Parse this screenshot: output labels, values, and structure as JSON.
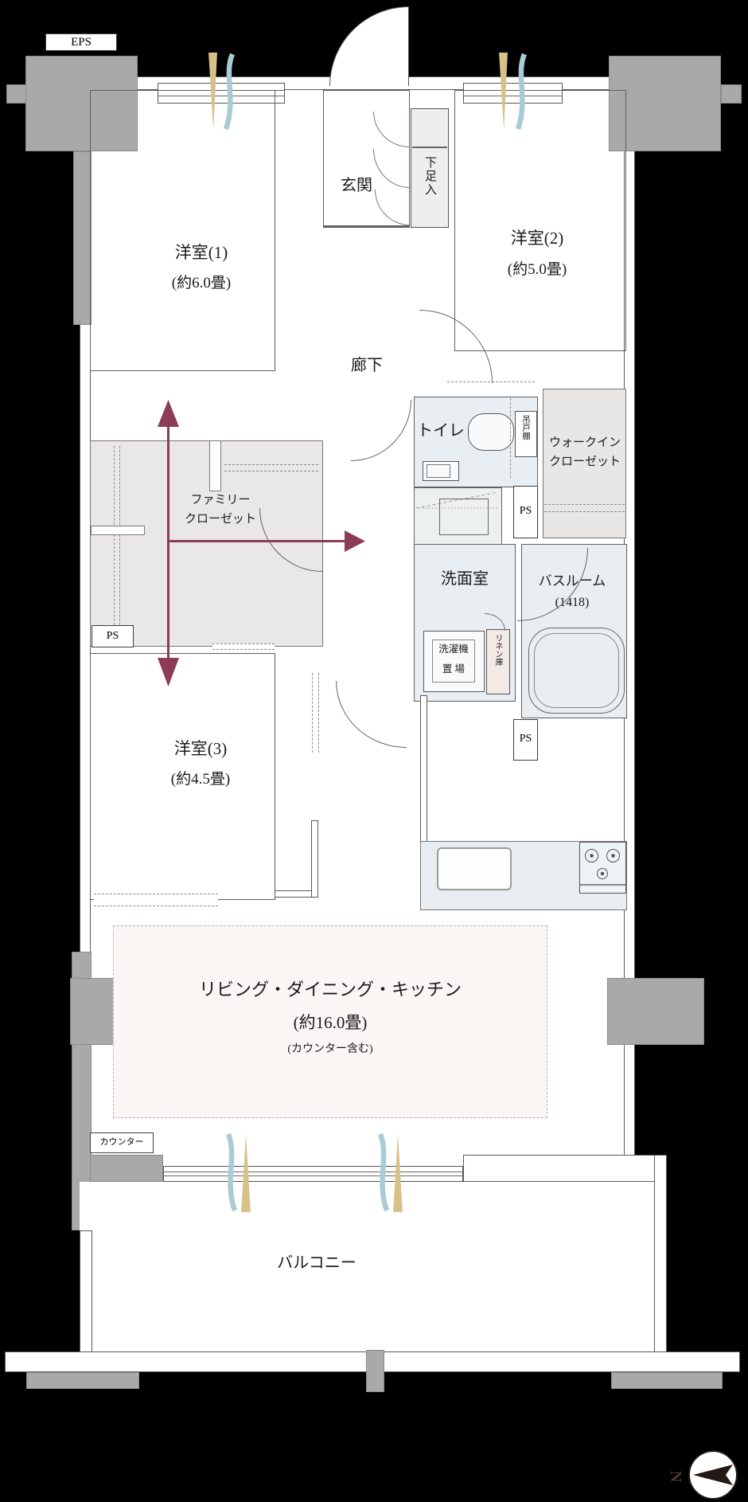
{
  "plan": {
    "eps_label": "EPS",
    "ps_label": "PS",
    "rooms": {
      "y1": {
        "name": "洋室(1)",
        "size": "(約6.0畳)"
      },
      "y2": {
        "name": "洋室(2)",
        "size": "(約5.0畳)"
      },
      "y3": {
        "name": "洋室(3)",
        "size": "(約4.5畳)"
      },
      "ldk": {
        "name": "リビング・ダイニング・キッチン",
        "size": "(約16.0畳)",
        "note": "(カウンター含む)"
      },
      "genkan": "玄関",
      "shoe_cabinet": "下足入",
      "corridor": "廊下",
      "toilet": "トイレ",
      "hanging_cabinet": "吊戸棚",
      "wic_line1": "ウォークイン",
      "wic_line2": "クローゼット",
      "family_closet_line1": "ファミリー",
      "family_closet_line2": "クローゼット",
      "washroom": "洗面室",
      "laundry_line1": "洗濯機",
      "laundry_line2": "置 場",
      "linen": "リネン庫",
      "bathroom": "バスルーム",
      "bathroom_size": "(1418)",
      "balcony": "バルコニー",
      "counter": "カウンター"
    },
    "compass": {
      "north": "N"
    },
    "colors": {
      "background": "#000000",
      "concrete": "#a9a9a9",
      "wet_area": "#e9eef2",
      "closet_area": "#e9e7e6",
      "ldk_zone": "#fbf5f4",
      "flow_arrow": "#8d3c55",
      "vent_cone": "#d8c189",
      "vent_wave": "#a7ccd6"
    }
  }
}
